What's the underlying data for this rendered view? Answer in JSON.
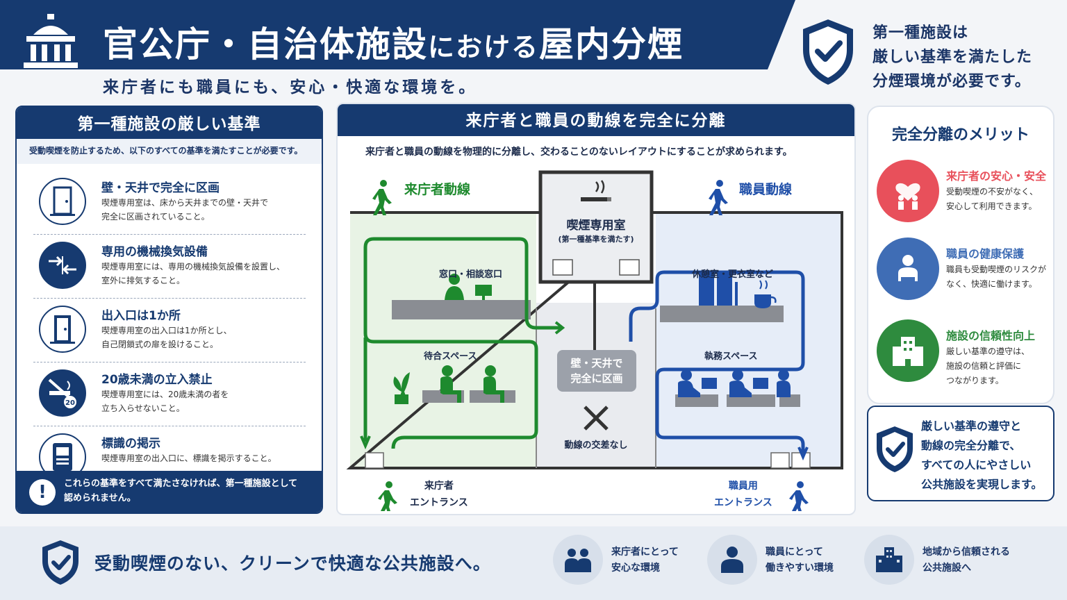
{
  "header": {
    "title_part1": "官公庁・自治体施設",
    "title_part2": "における",
    "title_part3": "屋内分煙",
    "subtitle": "来庁者にも職員にも、安心・快適な環境を。"
  },
  "top_note": {
    "line1": "第一種施設は",
    "line2": "厳しい基準を満たした",
    "line3": "分煙環境が必要です。"
  },
  "left_panel": {
    "title": "第一種施設の厳しい基準",
    "subtitle": "受動喫煙を防止するため、以下のすべての基準を満たすことが必要です。",
    "rules": [
      {
        "title": "壁・天井で完全に区画",
        "desc1": "喫煙専用室は、床から天井までの壁・天井で",
        "desc2": "完全に区画されていること。",
        "icon": "door-icon"
      },
      {
        "title": "専用の機械換気設備",
        "desc1": "喫煙専用室には、専用の機械換気設備を設置し、",
        "desc2": "室外に排気すること。",
        "icon": "ventilation-icon"
      },
      {
        "title": "出入口は1か所",
        "desc1": "喫煙専用室の出入口は1か所とし、",
        "desc2": "自己閉鎖式の扉を設けること。",
        "icon": "single-door-icon"
      },
      {
        "title": "20歳未満の立入禁止",
        "desc1": "喫煙専用室には、20歳未満の者を",
        "desc2": "立ち入らせないこと。",
        "icon": "no-smoking-under20-icon",
        "badge": "20"
      },
      {
        "title": "標識の掲示",
        "desc1": "喫煙専用室の出入口に、標識を掲示すること。",
        "desc2": "",
        "icon": "sign-icon"
      }
    ],
    "footer1": "これらの基準をすべて満たさなければ、第一種施設として",
    "footer2": "認められません。",
    "footer_icon": "!"
  },
  "middle_panel": {
    "title": "来庁者と職員の動線を完全に分離",
    "subtitle": "来庁者と職員の動線を物理的に分離し、交わることのないレイアウトにすることが求められます。",
    "visitor_flow": "来庁者動線",
    "staff_flow": "職員動線",
    "smoking_room": "喫煙専用室",
    "smoking_room_note": "(第一種基準を満たす)",
    "counter": "窓口・相談窓口",
    "waiting": "待合スペース",
    "lounge": "休憩室・更衣室など",
    "office": "執務スペース",
    "partition1": "壁・天井で",
    "partition2": "完全に区画",
    "no_cross": "動線の交差なし",
    "visitor_entrance1": "来庁者",
    "visitor_entrance2": "エントランス",
    "staff_entrance1": "職員用",
    "staff_entrance2": "エントランス",
    "colors": {
      "visitor": "#1e8a2e",
      "staff": "#1f4fa8"
    }
  },
  "right_panel": {
    "title": "完全分離のメリット",
    "merits": [
      {
        "title": "来庁者の安心・安全",
        "desc1": "受動喫煙の不安がなく、",
        "desc2": "安心して利用できます。",
        "desc3": "",
        "color": "#e8505b"
      },
      {
        "title": "職員の健康保護",
        "desc1": "職員も受動喫煙のリスクが",
        "desc2": "なく、快適に働けます。",
        "desc3": "",
        "color": "#3f6db5"
      },
      {
        "title": "施設の信頼性向上",
        "desc1": "厳しい基準の遵守は、",
        "desc2": "施設の信頼と評価に",
        "desc3": "つながります。",
        "color": "#2e8b3e"
      }
    ],
    "box1": "厳しい基準の遵守と",
    "box2": "動線の完全分離で、",
    "box3": "すべての人にやさしい",
    "box4": "公共施設を実現します。"
  },
  "footer": {
    "message": "受動喫煙のない、クリーンで快適な公共施設へ。",
    "items": [
      {
        "line1": "来庁者にとって",
        "line2": "安心な環境"
      },
      {
        "line1": "職員にとって",
        "line2": "働きやすい環境"
      },
      {
        "line1": "地域から信頼される",
        "line2": "公共施設へ"
      }
    ]
  }
}
